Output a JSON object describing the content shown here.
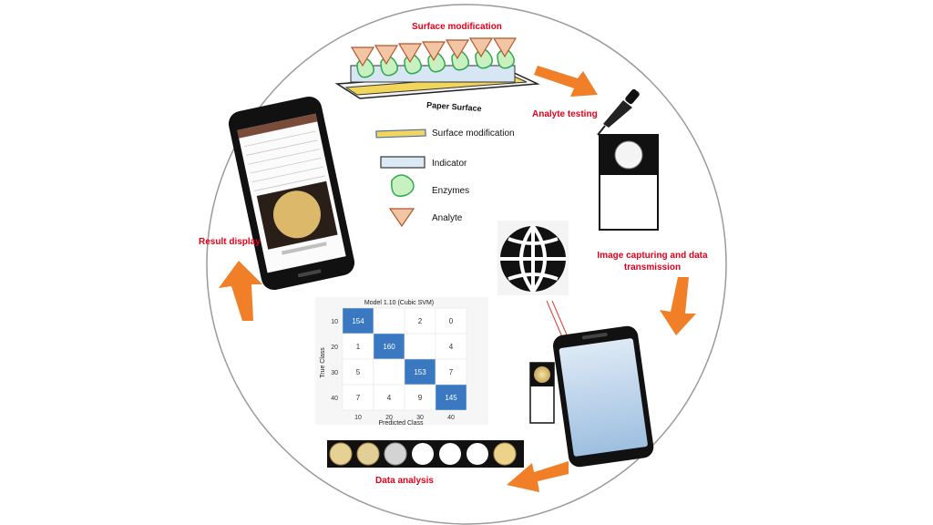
{
  "steps": {
    "surface_modification": "Surface modification",
    "analyte_testing": "Analyte testing",
    "image_capturing": "Image capturing and data transmission",
    "data_analysis": "Data analysis",
    "result_display": "Result display"
  },
  "paper_surface_label": "Paper Surface",
  "legend": [
    {
      "label": "Surface modification",
      "icon": "yellow-strip-icon"
    },
    {
      "label": "Indicator",
      "icon": "blue-strip-icon"
    },
    {
      "label": "Enzymes",
      "icon": "green-blob-icon"
    },
    {
      "label": "Analyte",
      "icon": "orange-triangle-icon"
    }
  ],
  "confusion_matrix": {
    "title": "Model 1.10 (Cubic SVM)",
    "xlabel": "Predicted Class",
    "ylabel": "True Class",
    "classes": [
      "10",
      "20",
      "30",
      "40"
    ],
    "cells": [
      [
        "154",
        "",
        "2",
        "0"
      ],
      [
        "1",
        "160",
        "",
        "4"
      ],
      [
        "5",
        "",
        "153",
        "7"
      ],
      [
        "7",
        "4",
        "9",
        "145"
      ]
    ],
    "highlight_color": "#3a78c2"
  },
  "colors": {
    "step_label": "#e3001b",
    "arrow": "#f07f28",
    "circle": "#9a9a9a"
  }
}
